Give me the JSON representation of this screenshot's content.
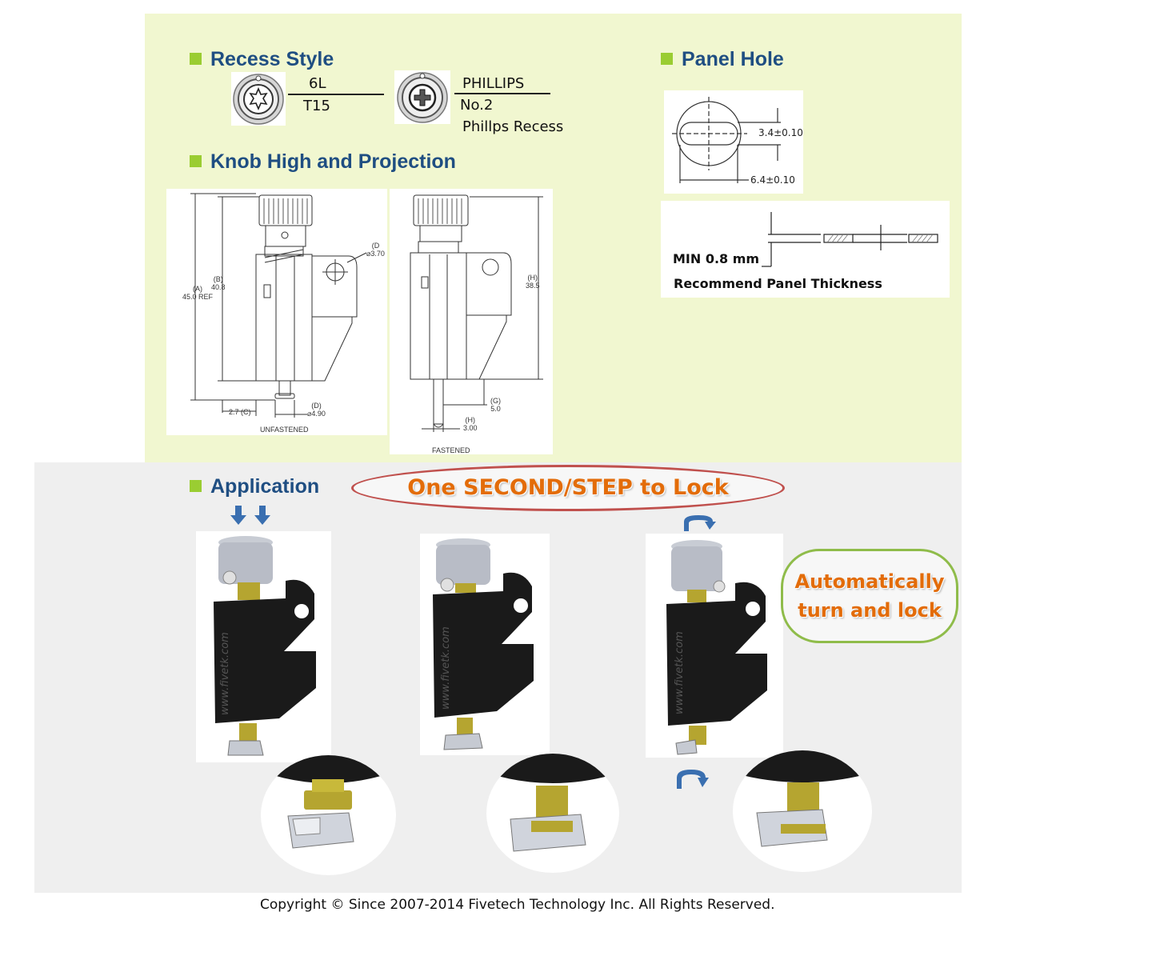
{
  "sections": {
    "recess_style": "Recess Style",
    "knob_high": "Knob High and Projection",
    "panel_hole": "Panel Hole",
    "application": "Application"
  },
  "recess": {
    "torx_top": "6L",
    "torx_bottom": "T15",
    "phillips_top": "PHILLIPS",
    "phillips_mid": "No.2",
    "phillips_bottom": "Phillps Recess"
  },
  "panel_hole": {
    "dim_slot": "3.4±0.10",
    "dim_width": "6.4±0.10",
    "min_thickness": "MIN 0.8 mm",
    "recommend": "Recommend Panel Thickness"
  },
  "drawing_unfastened": {
    "a_label": "(A)",
    "a_value": "45.0 REF",
    "b_label": "(B)",
    "b_value": "40.8",
    "c_value": "2.7 (C)",
    "d_label": "(D)",
    "d_value": "⌀4.90",
    "e_label": "(D",
    "e_value": "⌀3.70",
    "caption": "UNFASTENED"
  },
  "drawing_fastened": {
    "h_label": "(H)",
    "h_value": "38.5",
    "g_label": "(G)",
    "g_value": "5.0",
    "f_label": "(H)",
    "f_value": "3.00",
    "caption": "FASTENED"
  },
  "application": {
    "banner": "One SECOND/STEP to Lock",
    "callout_line1": "Automatically",
    "callout_line2": "turn and lock",
    "product_url": "www.fivetk.com"
  },
  "footer": {
    "copyright": "Copyright © Since 2007-2014 Fivetech Technology Inc. All Rights Reserved."
  },
  "colors": {
    "top_bg": "#f1f7d0",
    "bottom_bg": "#efefef",
    "title_blue": "#1f4e82",
    "bullet_green": "#9acd32",
    "accent_orange": "#e36c09",
    "oval_red": "#c0504d",
    "oval_green": "#8fbc4a",
    "arrow_blue": "#3a6fb0"
  }
}
